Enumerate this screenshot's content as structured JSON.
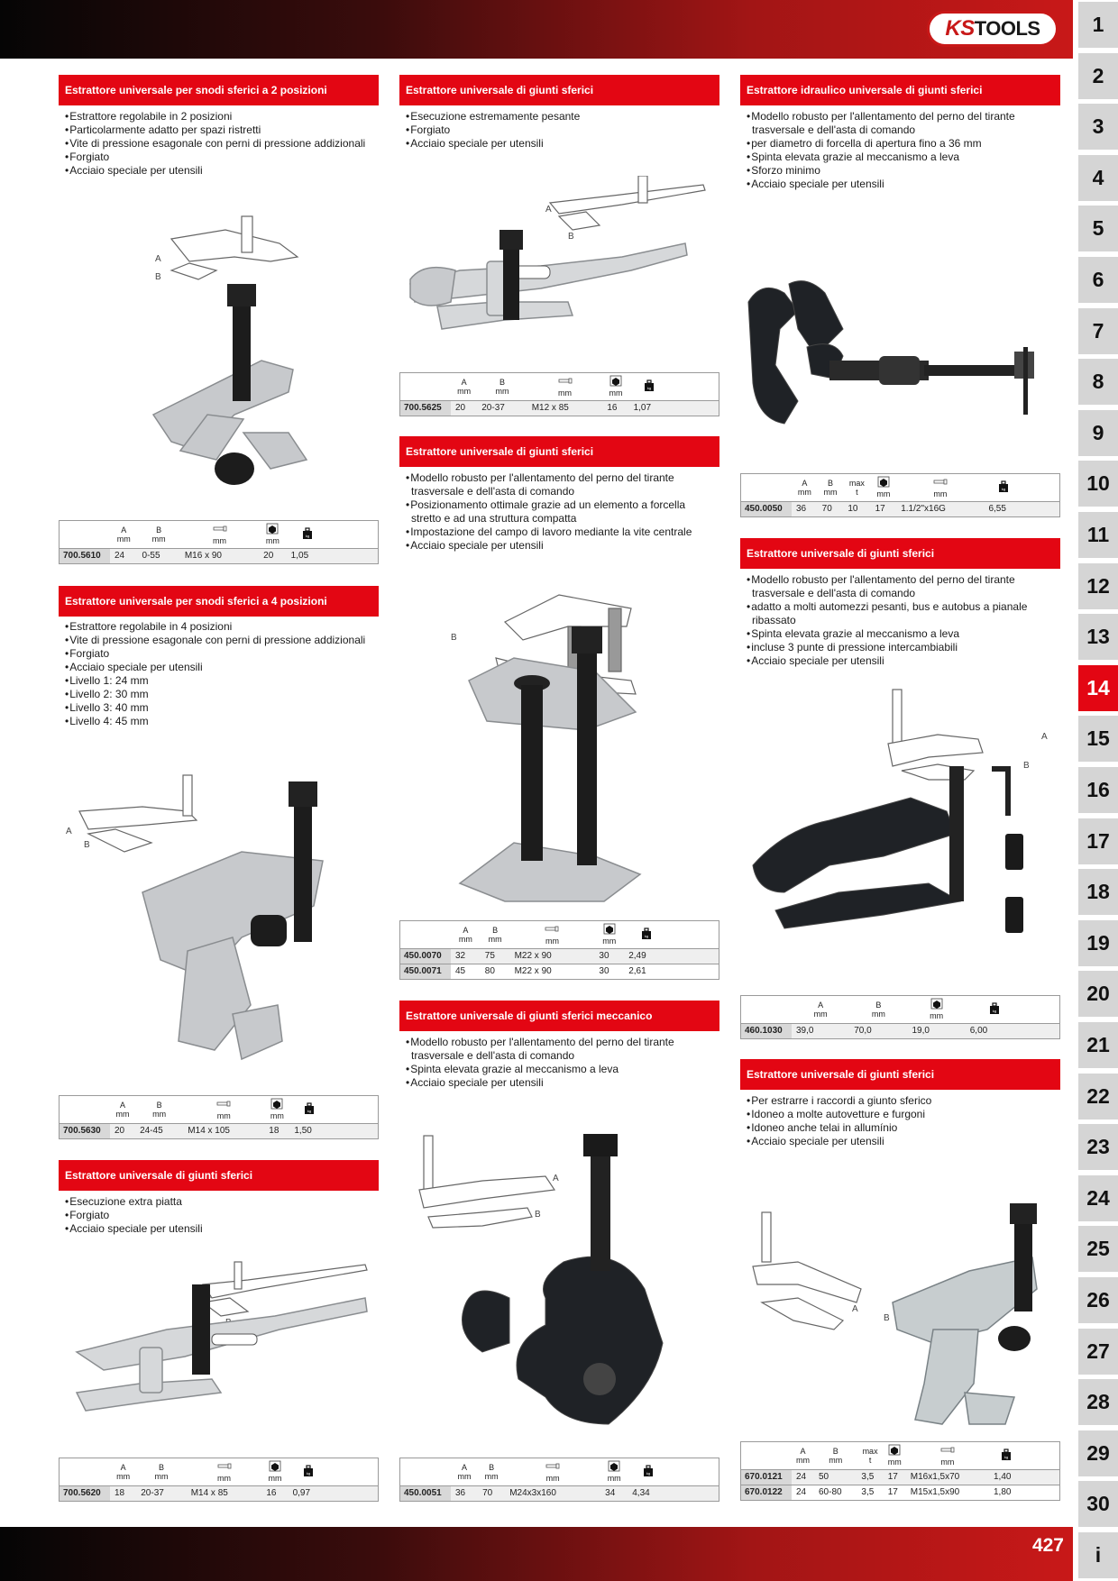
{
  "brand": {
    "logo_ks": "KS",
    "logo_tools": "TOOLS"
  },
  "page_number": "427",
  "tabs": [
    "1",
    "2",
    "3",
    "4",
    "5",
    "6",
    "7",
    "8",
    "9",
    "10",
    "11",
    "12",
    "13",
    "14",
    "15",
    "16",
    "17",
    "18",
    "19",
    "20",
    "21",
    "22",
    "23",
    "24",
    "25",
    "26",
    "27",
    "28",
    "29",
    "30",
    "i"
  ],
  "active_tab": "14",
  "colors": {
    "accent": "#e30613",
    "tab_bg": "#d5d5d5"
  },
  "sections": {
    "s1": {
      "title": "Estrattore universale per snodi sferici a 2 posizioni",
      "bullets": [
        "Estrattore regolabile in 2 posizioni",
        "Particolarmente adatto per spazi ristretti",
        "Vite di pressione esagonale con perni di pressione addizionali",
        "Forgiato",
        "Acciaio speciale per utensili"
      ]
    },
    "s2": {
      "title": "Estrattore universale per snodi sferici a 4 posizioni",
      "bullets": [
        "Estrattore regolabile in 4 posizioni",
        "Vite di pressione esagonale con perni di pressione addizionali",
        "Forgiato",
        "Acciaio speciale per utensili",
        "Livello 1: 24 mm",
        "Livello 2: 30 mm",
        "Livello 3: 40 mm",
        "Livello 4: 45 mm"
      ]
    },
    "s3": {
      "title": "Estrattore universale di giunti sferici",
      "bullets": [
        "Esecuzione extra piatta",
        "Forgiato",
        "Acciaio speciale per utensili"
      ]
    },
    "s4": {
      "title": "Estrattore universale di giunti sferici",
      "bullets": [
        "Esecuzione estremamente pesante",
        "Forgiato",
        "Acciaio speciale per utensili"
      ]
    },
    "s5": {
      "title": "Estrattore universale di giunti sferici",
      "bullets": [
        "Modello robusto per l'allentamento del perno del tirante trasversale e dell'asta di comando",
        "Posizionamento ottimale grazie ad un elemento a forcella stretto e ad una struttura compatta",
        "Impostazione del campo di lavoro mediante la vite centrale",
        "Acciaio speciale per utensili"
      ]
    },
    "s6": {
      "title": "Estrattore universale di giunti sferici meccanico",
      "bullets": [
        "Modello robusto per l'allentamento del perno del tirante trasversale e dell'asta di comando",
        "Spinta elevata grazie al meccanismo a leva",
        "Acciaio speciale per utensili"
      ]
    },
    "s7": {
      "title": "Estrattore idraulico universale di giunti sferici",
      "bullets": [
        "Modello robusto per l'allentamento del perno del tirante trasversale e dell'asta di comando",
        "per diametro di forcella di apertura fino a 36 mm",
        "Spinta elevata grazie al meccanismo a leva",
        "Sforzo minimo",
        "Acciaio speciale per utensili"
      ]
    },
    "s8": {
      "title": "Estrattore universale di giunti sferici",
      "bullets": [
        "Modello robusto per l'allentamento del perno del tirante trasversale e dell'asta di comando",
        "adatto a molti automezzi pesanti, bus e autobus a pianale ribassato",
        "Spinta elevata grazie al meccanismo a leva",
        "incluse 3 punte di pressione intercambiabili",
        "Acciaio speciale per utensili"
      ]
    },
    "s9": {
      "title": "Estrattore universale di giunti sferici",
      "bullets": [
        "Per estrarre i raccordi a giunto sferico",
        "Idoneo a molte autovetture e furgoni",
        "Idoneo anche telai in allumínio",
        "Acciaio speciale per utensili"
      ]
    }
  },
  "headers": {
    "a": "A",
    "b": "B",
    "max": "max",
    "t": "t",
    "mm": "mm"
  },
  "tables": {
    "t1": [
      [
        "700.5610",
        "24",
        "0-55",
        "M16 x 90",
        "20",
        "1,05"
      ]
    ],
    "t2": [
      [
        "700.5630",
        "20",
        "24-45",
        "M14 x 105",
        "18",
        "1,50"
      ]
    ],
    "t3": [
      [
        "700.5620",
        "18",
        "20-37",
        "M14 x 85",
        "16",
        "0,97"
      ]
    ],
    "t4": [
      [
        "700.5625",
        "20",
        "20-37",
        "M12 x 85",
        "16",
        "1,07"
      ]
    ],
    "t5": [
      [
        "450.0070",
        "32",
        "75",
        "M22 x 90",
        "30",
        "2,49"
      ],
      [
        "450.0071",
        "45",
        "80",
        "M22 x 90",
        "30",
        "2,61"
      ]
    ],
    "t6": [
      [
        "450.0051",
        "36",
        "70",
        "M24x3x160",
        "34",
        "4,34"
      ]
    ],
    "t7": [
      [
        "450.0050",
        "36",
        "70",
        "10",
        "17",
        "1.1/2\"x16G",
        "6,55"
      ]
    ],
    "t8": [
      [
        "460.1030",
        "39,0",
        "70,0",
        "19,0",
        "6,00"
      ]
    ],
    "t9": [
      [
        "670.0121",
        "24",
        "50",
        "3,5",
        "17",
        "M16x1,5x70",
        "1,40"
      ],
      [
        "670.0122",
        "24",
        "60-80",
        "3,5",
        "17",
        "M15x1,5x90",
        "1,80"
      ]
    ]
  },
  "icons": {
    "bolt": "bolt-length-icon",
    "wrench": "wrench-size-icon",
    "weight": "weight-kg-icon"
  }
}
